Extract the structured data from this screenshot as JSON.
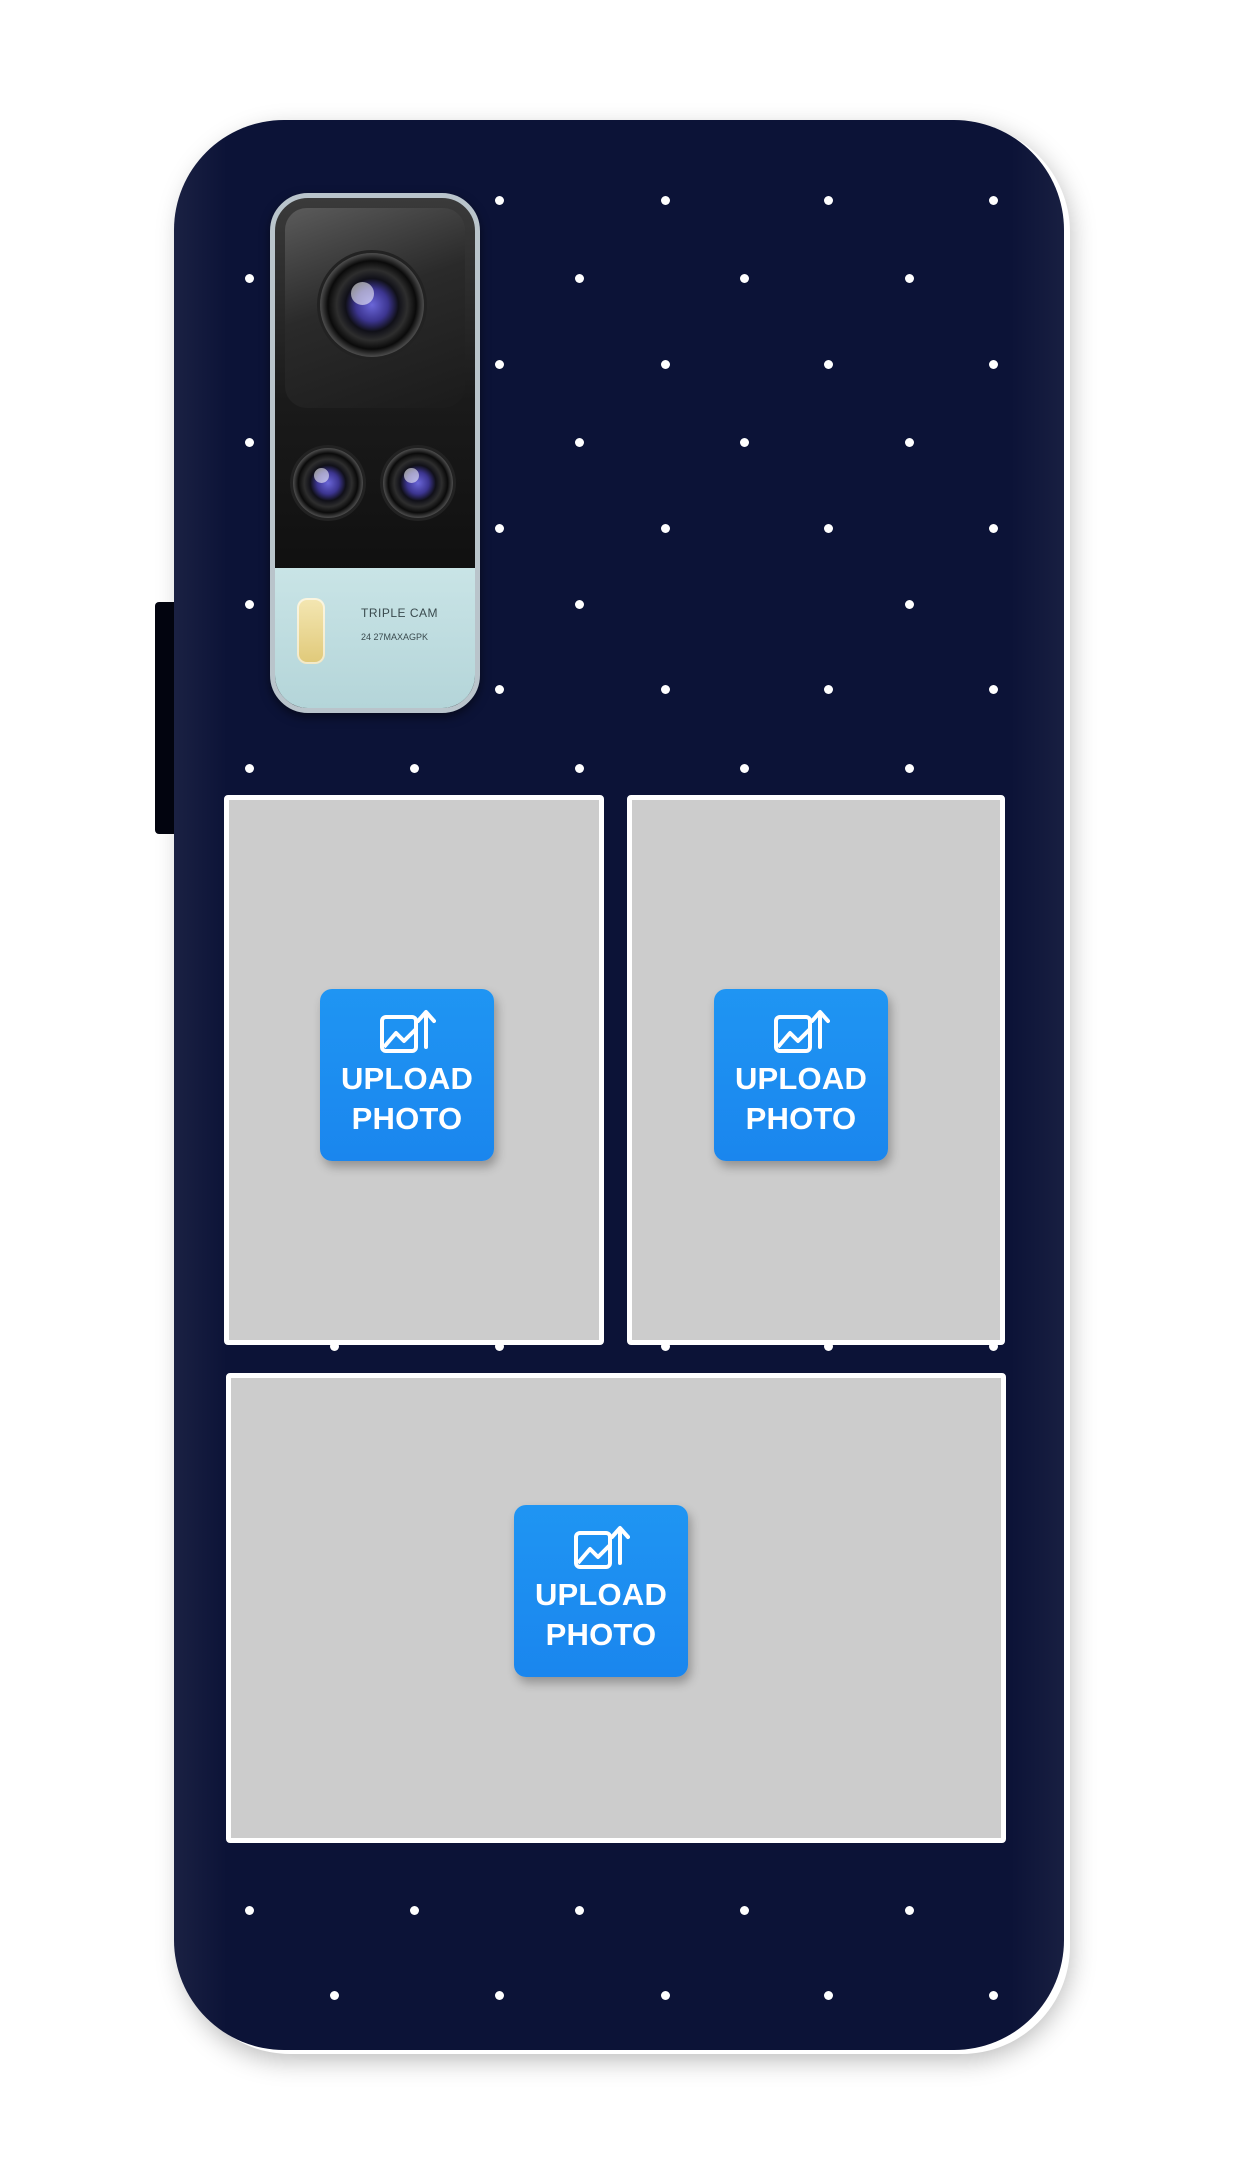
{
  "case": {
    "color": "#0c1337",
    "pattern": "white-dot-grid",
    "camera": {
      "label_line1": "TRIPLE CAM",
      "label_line2": "24 27MAXAGPK"
    }
  },
  "slots": [
    {
      "id": "slot-top-left",
      "button": {
        "icon": "image-upload-icon",
        "line1": "UPLOAD",
        "line2": "PHOTO"
      }
    },
    {
      "id": "slot-top-right",
      "button": {
        "icon": "image-upload-icon",
        "line1": "UPLOAD",
        "line2": "PHOTO"
      }
    },
    {
      "id": "slot-bottom",
      "button": {
        "icon": "image-upload-icon",
        "line1": "UPLOAD",
        "line2": "PHOTO"
      }
    }
  ],
  "colors": {
    "slot_fill": "#cccccc",
    "slot_border": "#ffffff",
    "button_blue": "#1a8cf0",
    "dot": "#ffffff"
  }
}
